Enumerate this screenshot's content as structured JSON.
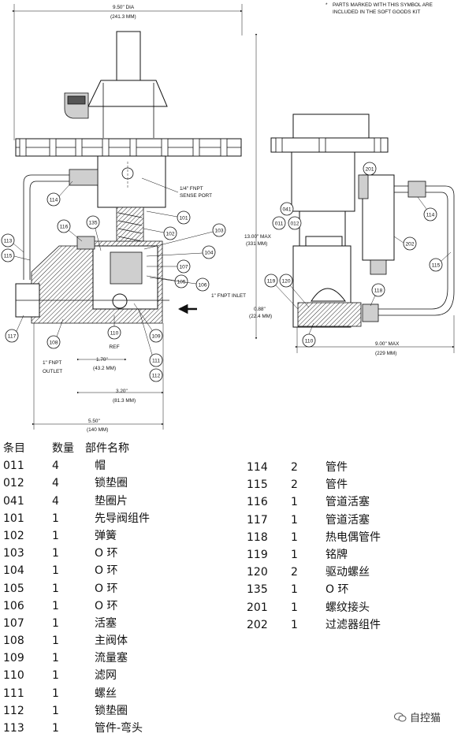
{
  "drawing": {
    "note_symbol": "*",
    "note_line1": "PARTS MARKED WITH THIS SYMBOL ARE",
    "note_line2": "INCLUDED IN THE SOFT GOODS KIT",
    "dim_top_a": "9.50\" DIA",
    "dim_top_b": "(241.3 MM)",
    "dim_height_a": "13.00\" MAX",
    "dim_height_b": "(331 MM)",
    "dim_088_a": "0.88\"",
    "dim_088_b": "(22.4 MM)",
    "dim_170_a": "1.70\"",
    "dim_170_b": "(43.2 MM)",
    "dim_320_a": "3.20\"",
    "dim_320_b": "(81.3 MM)",
    "dim_550_a": "5.50\"",
    "dim_550_b": "(140 MM)",
    "dim_900_a": "9.00\" MAX",
    "dim_900_b": "(229 MM)",
    "sense_a": "1/4\" FNPT",
    "sense_b": "SENSE PORT",
    "inlet": "1\" FNPT INLET",
    "outlet_a": "1\" FNPT",
    "outlet_b": "OUTLET",
    "ref_label": "REF",
    "callouts_left": [
      "114",
      "116",
      "135",
      "101",
      "102",
      "103",
      "104",
      "107",
      "105",
      "106",
      "113",
      "115",
      "117",
      "108",
      "110",
      "109",
      "111",
      "112"
    ],
    "callouts_right": [
      "041",
      "011",
      "012",
      "201",
      "114",
      "202",
      "115",
      "119",
      "120",
      "118",
      "110"
    ]
  },
  "parts_table": {
    "headers": {
      "item": "条目",
      "qty": "数量",
      "name": "部件名称"
    },
    "left": [
      {
        "item": "011",
        "qty": "4",
        "name": "帽"
      },
      {
        "item": "012",
        "qty": "4",
        "name": "锁垫圈"
      },
      {
        "item": "041",
        "qty": "4",
        "name": "垫圈片"
      },
      {
        "item": "101",
        "qty": "1",
        "name": "先导阀组件"
      },
      {
        "item": "102",
        "qty": "1",
        "name": "弹簧"
      },
      {
        "item": "103",
        "qty": "1",
        "name": "O 环"
      },
      {
        "item": "104",
        "qty": "1",
        "name": "O 环"
      },
      {
        "item": "105",
        "qty": "1",
        "name": "O 环"
      },
      {
        "item": "106",
        "qty": "1",
        "name": "O 环"
      },
      {
        "item": "107",
        "qty": "1",
        "name": "活塞"
      },
      {
        "item": "108",
        "qty": "1",
        "name": "主阀体"
      },
      {
        "item": "109",
        "qty": "1",
        "name": "流量塞"
      },
      {
        "item": "110",
        "qty": "1",
        "name": "滤网"
      },
      {
        "item": "111",
        "qty": "1",
        "name": "螺丝"
      },
      {
        "item": "112",
        "qty": "1",
        "name": "锁垫圈"
      },
      {
        "item": "113",
        "qty": "1",
        "name": "管件-弯头"
      }
    ],
    "right": [
      {
        "item": "114",
        "qty": "2",
        "name": "管件"
      },
      {
        "item": "115",
        "qty": "2",
        "name": "管件"
      },
      {
        "item": "116",
        "qty": "1",
        "name": "管道活塞"
      },
      {
        "item": "117",
        "qty": "1",
        "name": "管道活塞"
      },
      {
        "item": "118",
        "qty": "1",
        "name": "热电偶管件"
      },
      {
        "item": "119",
        "qty": "1",
        "name": "铭牌"
      },
      {
        "item": "120",
        "qty": "2",
        "name": "驱动螺丝"
      },
      {
        "item": "135",
        "qty": "1",
        "name": "O 环"
      },
      {
        "item": "201",
        "qty": "1",
        "name": "螺纹接头"
      },
      {
        "item": "202",
        "qty": "1",
        "name": "过滤器组件"
      }
    ]
  },
  "watermark": {
    "text": "自控猫",
    "icon": "wechat-icon"
  }
}
